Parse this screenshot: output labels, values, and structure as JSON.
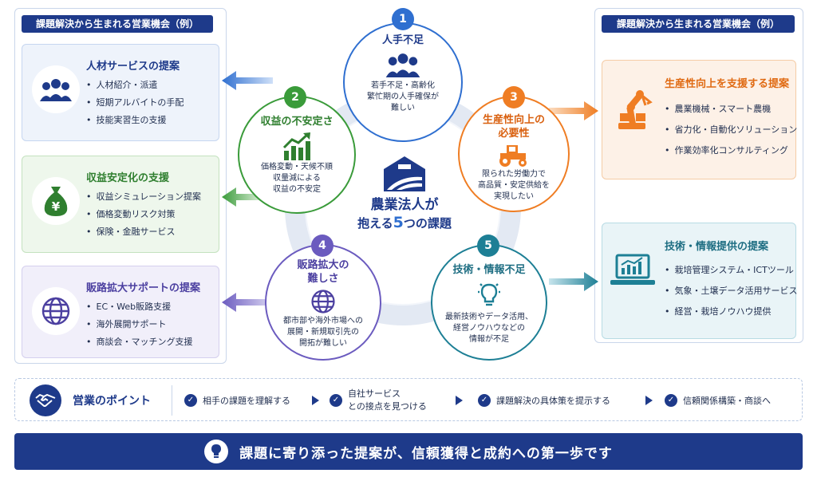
{
  "left_panel": {
    "header": "課題解決から生まれる営業機会（例）",
    "cards": [
      {
        "title": "人材サービスの提案",
        "items": [
          "人材紹介・派遣",
          "短期アルバイトの手配",
          "技能実習生の支援"
        ]
      },
      {
        "title": "収益安定化の支援",
        "items": [
          "収益シミュレーション提案",
          "価格変動リスク対策",
          "保険・金融サービス"
        ]
      },
      {
        "title": "販路拡大サポートの提案",
        "items": [
          "EC・Web販路支援",
          "海外展開サポート",
          "商談会・マッチング支援"
        ]
      }
    ]
  },
  "right_panel": {
    "header": "課題解決から生まれる営業機会（例）",
    "cards": [
      {
        "title": "生産性向上を支援する提案",
        "items": [
          "農業機械・スマート農機",
          "省力化・自動化ソリューション",
          "作業効率化コンサルティング"
        ]
      },
      {
        "title": "技術・情報提供の提案",
        "items": [
          "栽培管理システム・ICTツール",
          "気象・土壌データ活用サービス",
          "経営・栽培ノウハウ提供"
        ]
      }
    ]
  },
  "center": {
    "title_line1": "農業法人が",
    "title_line2_a": "抱える",
    "title_line2_num": "5",
    "title_line2_b": "つの課題"
  },
  "issues": [
    {
      "num": "1",
      "title_lines": [
        "人手不足"
      ],
      "desc_lines": [
        "若手不足・高齢化",
        "繁忙期の人手確保が",
        "難しい"
      ]
    },
    {
      "num": "2",
      "title_lines": [
        "収益の不安定さ"
      ],
      "desc_lines": [
        "価格変動・天候不順",
        "収量減による",
        "収益の不安定"
      ]
    },
    {
      "num": "3",
      "title_lines": [
        "生産性向上の",
        "必要性"
      ],
      "desc_lines": [
        "限られた労働力で",
        "高品質・安定供給を",
        "実現したい"
      ]
    },
    {
      "num": "4",
      "title_lines": [
        "販路拡大の",
        "難しさ"
      ],
      "desc_lines": [
        "都市部や海外市場への",
        "展開・新規取引先の",
        "開拓が難しい"
      ]
    },
    {
      "num": "5",
      "title_lines": [
        "技術・情報不足"
      ],
      "desc_lines": [
        "最新技術やデータ活用、",
        "経営ノウハウなどの",
        "情報が不足"
      ]
    }
  ],
  "points": {
    "label": "営業のポイント",
    "steps": [
      {
        "lines": [
          "相手の課題を理解する"
        ]
      },
      {
        "lines": [
          "自社サービス",
          "との接点を見つける"
        ]
      },
      {
        "lines": [
          "課題解決の具体策を提示する"
        ]
      },
      {
        "lines": [
          "信頼関係構築・商談へ"
        ]
      }
    ]
  },
  "footer": {
    "message": "課題に寄り添った提案が、信頼獲得と成約への第一歩です"
  },
  "colors": {
    "navy": "#1e3a8a",
    "blue": "#2f6fd0",
    "green": "#3a9b3a",
    "orange": "#ef7d23",
    "purple": "#6b5bbf",
    "teal": "#1d7f95"
  }
}
